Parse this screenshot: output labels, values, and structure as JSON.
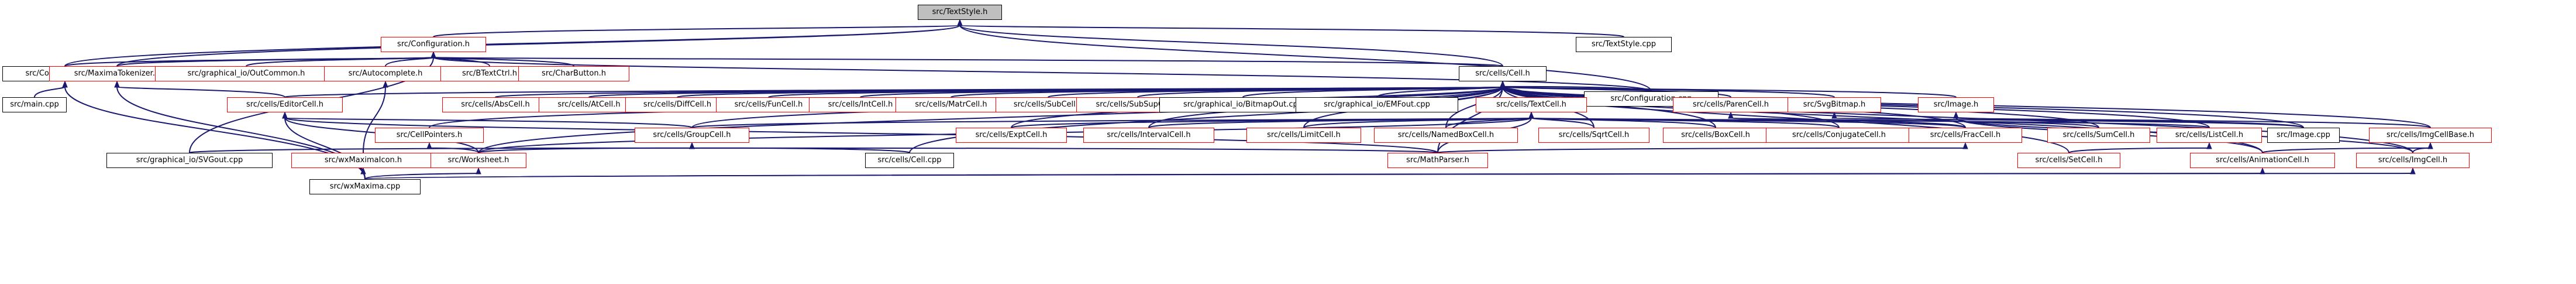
{
  "diagram": {
    "nodes": {
      "textstyle_h": "src/TextStyle.h",
      "configuration_h": "src/Configuration.h",
      "textstyle_cpp": "src/TextStyle.cpp",
      "configdialogue_h": "src/ConfigDialogue.h",
      "maximatokenizer_h": "src/MaximaTokenizer.h",
      "outcommon_h": "src/graphical_io/OutCommon.h",
      "autocomplete_h": "src/Autocomplete.h",
      "btextctrl_h": "src/BTextCtrl.h",
      "charbutton_h": "src/CharButton.h",
      "cell_h": "src/cells/Cell.h",
      "configuration_cpp": "src/Configuration.cpp",
      "main_cpp": "src/main.cpp",
      "editorcell_h": "src/cells/EditorCell.h",
      "abscell_h": "src/cells/AbsCell.h",
      "atcell_h": "src/cells/AtCell.h",
      "diffcell_h": "src/cells/DiffCell.h",
      "funcell_h": "src/cells/FunCell.h",
      "intcell_h": "src/cells/IntCell.h",
      "matrcell_h": "src/cells/MatrCell.h",
      "subcell_h": "src/cells/SubCell.h",
      "subsupcell_h": "src/cells/SubSupCell.h",
      "bitmapout_cpp": "src/graphical_io/BitmapOut.cpp",
      "emfout_cpp": "src/graphical_io/EMFout.cpp",
      "textcell_h": "src/cells/TextCell.h",
      "parencell_h": "src/cells/ParenCell.h",
      "svgbitmap_h": "src/SvgBitmap.h",
      "image_h": "src/Image.h",
      "cellpointers_h": "src/CellPointers.h",
      "groupcell_h": "src/cells/GroupCell.h",
      "exptcell_h": "src/cells/ExptCell.h",
      "intervalcell_h": "src/cells/IntervalCell.h",
      "limitcell_h": "src/cells/LimitCell.h",
      "namedboxcell_h": "src/cells/NamedBoxCell.h",
      "sqrtcell_h": "src/cells/SqrtCell.h",
      "boxcell_h": "src/cells/BoxCell.h",
      "conjugatecell_h": "src/cells/ConjugateCell.h",
      "fraccell_h": "src/cells/FracCell.h",
      "sumcell_h": "src/cells/SumCell.h",
      "listcell_h": "src/cells/ListCell.h",
      "image_cpp": "src/Image.cpp",
      "imgcellbase_h": "src/cells/ImgCellBase.h",
      "svgout_cpp": "src/graphical_io/SVGout.cpp",
      "wxmaximaicon_h": "src/wxMaximaIcon.h",
      "worksheet_h": "src/Worksheet.h",
      "cell_cpp": "src/cells/Cell.cpp",
      "mathparser_h": "src/MathParser.h",
      "setcell_h": "src/cells/SetCell.h",
      "animationcell_h": "src/cells/AnimationCell.h",
      "imgcell_h": "src/cells/ImgCell.h",
      "wxmaxima_cpp": "src/wxMaxima.cpp"
    },
    "edges": [
      [
        "configuration_h",
        "textstyle_h"
      ],
      [
        "cell_h",
        "textstyle_h"
      ],
      [
        "textstyle_cpp",
        "textstyle_h"
      ],
      [
        "configdialogue_h",
        "textstyle_h"
      ],
      [
        "maximatokenizer_h",
        "textstyle_h"
      ],
      [
        "configuration_cpp",
        "textstyle_h"
      ],
      [
        "configdialogue_h",
        "configuration_h"
      ],
      [
        "maximatokenizer_h",
        "configuration_h"
      ],
      [
        "outcommon_h",
        "configuration_h"
      ],
      [
        "autocomplete_h",
        "configuration_h"
      ],
      [
        "btextctrl_h",
        "configuration_h"
      ],
      [
        "charbutton_h",
        "configuration_h"
      ],
      [
        "cell_h",
        "configuration_h"
      ],
      [
        "configuration_cpp",
        "configuration_h"
      ],
      [
        "svgout_cpp",
        "configuration_h"
      ],
      [
        "main_cpp",
        "configdialogue_h"
      ],
      [
        "wxmaxima_cpp",
        "configdialogue_h"
      ],
      [
        "editorcell_h",
        "maximatokenizer_h"
      ],
      [
        "wxmaxima_cpp",
        "maximatokenizer_h"
      ],
      [
        "wxmaximaicon_h",
        "autocomplete_h"
      ],
      [
        "editorcell_h",
        "cell_h"
      ],
      [
        "abscell_h",
        "cell_h"
      ],
      [
        "atcell_h",
        "cell_h"
      ],
      [
        "diffcell_h",
        "cell_h"
      ],
      [
        "funcell_h",
        "cell_h"
      ],
      [
        "intcell_h",
        "cell_h"
      ],
      [
        "matrcell_h",
        "cell_h"
      ],
      [
        "subcell_h",
        "cell_h"
      ],
      [
        "subsupcell_h",
        "cell_h"
      ],
      [
        "bitmapout_cpp",
        "cell_h"
      ],
      [
        "emfout_cpp",
        "cell_h"
      ],
      [
        "textcell_h",
        "cell_h"
      ],
      [
        "parencell_h",
        "cell_h"
      ],
      [
        "svgbitmap_h",
        "cell_h"
      ],
      [
        "image_h",
        "cell_h"
      ],
      [
        "configuration_cpp",
        "cell_h"
      ],
      [
        "cellpointers_h",
        "cell_h"
      ],
      [
        "groupcell_h",
        "cell_h"
      ],
      [
        "exptcell_h",
        "cell_h"
      ],
      [
        "intervalcell_h",
        "cell_h"
      ],
      [
        "limitcell_h",
        "cell_h"
      ],
      [
        "namedboxcell_h",
        "cell_h"
      ],
      [
        "sqrtcell_h",
        "cell_h"
      ],
      [
        "boxcell_h",
        "cell_h"
      ],
      [
        "conjugatecell_h",
        "cell_h"
      ],
      [
        "fraccell_h",
        "cell_h"
      ],
      [
        "sumcell_h",
        "cell_h"
      ],
      [
        "listcell_h",
        "cell_h"
      ],
      [
        "image_cpp",
        "cell_h"
      ],
      [
        "imgcellbase_h",
        "cell_h"
      ],
      [
        "worksheet_h",
        "cell_h"
      ],
      [
        "cell_cpp",
        "cell_h"
      ],
      [
        "mathparser_h",
        "cell_h"
      ],
      [
        "setcell_h",
        "cell_h"
      ],
      [
        "animationcell_h",
        "cell_h"
      ],
      [
        "imgcell_h",
        "cell_h"
      ],
      [
        "groupcell_h",
        "editorcell_h"
      ],
      [
        "worksheet_h",
        "editorcell_h"
      ],
      [
        "wxmaxima_cpp",
        "editorcell_h"
      ],
      [
        "mathparser_h",
        "editorcell_h"
      ],
      [
        "exptcell_h",
        "textcell_h"
      ],
      [
        "intervalcell_h",
        "textcell_h"
      ],
      [
        "limitcell_h",
        "textcell_h"
      ],
      [
        "namedboxcell_h",
        "textcell_h"
      ],
      [
        "sqrtcell_h",
        "textcell_h"
      ],
      [
        "boxcell_h",
        "textcell_h"
      ],
      [
        "conjugatecell_h",
        "textcell_h"
      ],
      [
        "fraccell_h",
        "textcell_h"
      ],
      [
        "listcell_h",
        "textcell_h"
      ],
      [
        "mathparser_h",
        "textcell_h"
      ],
      [
        "groupcell_h",
        "textcell_h"
      ],
      [
        "worksheet_h",
        "textcell_h"
      ],
      [
        "fraccell_h",
        "parencell_h"
      ],
      [
        "sumcell_h",
        "parencell_h"
      ],
      [
        "image_cpp",
        "svgbitmap_h"
      ],
      [
        "image_cpp",
        "image_h"
      ],
      [
        "imgcellbase_h",
        "image_h"
      ],
      [
        "animationcell_h",
        "image_h"
      ],
      [
        "imgcell_h",
        "image_h"
      ],
      [
        "worksheet_h",
        "cellpointers_h"
      ],
      [
        "svgout_cpp",
        "groupcell_h"
      ],
      [
        "worksheet_h",
        "groupcell_h"
      ],
      [
        "cell_cpp",
        "groupcell_h"
      ],
      [
        "mathparser_h",
        "groupcell_h"
      ],
      [
        "mathparser_h",
        "fraccell_h"
      ],
      [
        "setcell_h",
        "listcell_h"
      ],
      [
        "animationcell_h",
        "imgcellbase_h"
      ],
      [
        "imgcell_h",
        "imgcellbase_h"
      ],
      [
        "wxmaxima_cpp",
        "wxmaximaicon_h"
      ],
      [
        "wxmaxima_cpp",
        "worksheet_h"
      ],
      [
        "wxmaxima_cpp",
        "animationcell_h"
      ],
      [
        "wxmaxima_cpp",
        "imgcell_h"
      ]
    ]
  }
}
